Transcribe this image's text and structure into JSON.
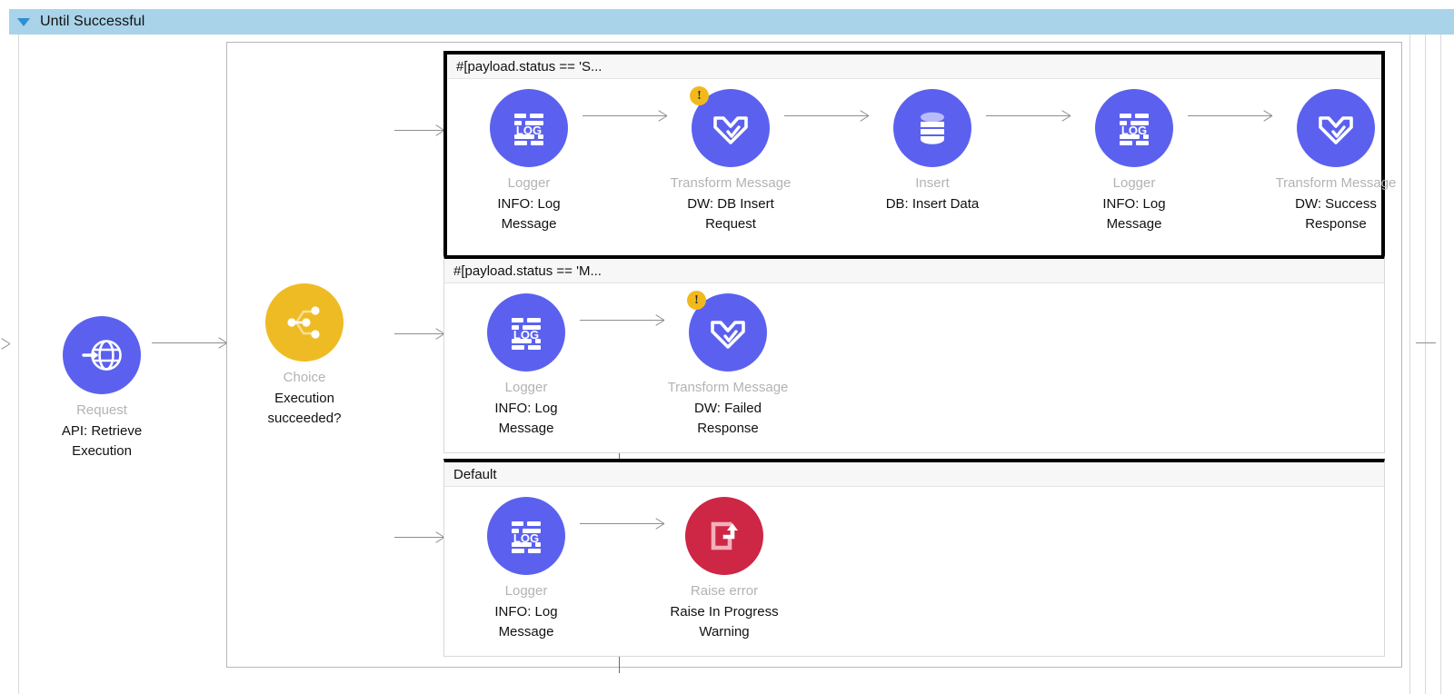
{
  "scope": {
    "title": "Until Successful",
    "collapse_icon": "triangle-down-icon",
    "header_color": "#a9d3e8"
  },
  "colors": {
    "node_purple": "#5b61ee",
    "node_amber": "#efbb24",
    "node_crimson": "#ce2645",
    "badge_amber": "#f2b91c",
    "connector_gray": "#8e8e8e",
    "type_label_gray": "#b3b3b3",
    "selected_border": "#000000"
  },
  "flow": {
    "source_node": {
      "icon": "globe-request-icon",
      "type": "Request",
      "label": "API: Retrieve Execution",
      "label_lines": [
        "API: Retrieve",
        "Execution"
      ],
      "circle_color": "#5b61ee"
    },
    "router_node": {
      "icon": "choice-branch-icon",
      "type": "Choice",
      "label": "Execution succeeded?",
      "label_lines": [
        "Execution",
        "succeeded?"
      ],
      "circle_color": "#efbb24"
    }
  },
  "branches": [
    {
      "name": "branch-when-success",
      "header": "#[payload.status == 'S...",
      "selected": true,
      "nodes": [
        {
          "icon": "logger-icon",
          "type": "Logger",
          "label_lines": [
            "INFO: Log",
            "Message"
          ],
          "circle_color": "#5b61ee",
          "warning_badge": false
        },
        {
          "icon": "transform-message-icon",
          "type": "Transform Message",
          "label_lines": [
            "DW: DB Insert",
            "Request"
          ],
          "circle_color": "#5b61ee",
          "warning_badge": true,
          "badge_glyph": "!"
        },
        {
          "icon": "database-insert-icon",
          "type": "Insert",
          "label_lines": [
            "DB: Insert Data"
          ],
          "circle_color": "#5b61ee",
          "warning_badge": false
        },
        {
          "icon": "logger-icon",
          "type": "Logger",
          "label_lines": [
            "INFO: Log",
            "Message"
          ],
          "circle_color": "#5b61ee",
          "warning_badge": false
        },
        {
          "icon": "transform-message-icon",
          "type": "Transform Message",
          "label_lines": [
            "DW: Success",
            "Response"
          ],
          "circle_color": "#5b61ee",
          "warning_badge": false
        }
      ]
    },
    {
      "name": "branch-when-inprogress",
      "header": "#[payload.status == 'M...",
      "selected": false,
      "nodes": [
        {
          "icon": "logger-icon",
          "type": "Logger",
          "label_lines": [
            "INFO: Log",
            "Message"
          ],
          "circle_color": "#5b61ee",
          "warning_badge": false
        },
        {
          "icon": "transform-message-icon",
          "type": "Transform Message",
          "label_lines": [
            "DW: Failed",
            "Response"
          ],
          "circle_color": "#5b61ee",
          "warning_badge": true,
          "badge_glyph": "!"
        }
      ]
    },
    {
      "name": "branch-default",
      "header": "Default",
      "selected": false,
      "nodes": [
        {
          "icon": "logger-icon",
          "type": "Logger",
          "label_lines": [
            "INFO: Log",
            "Message"
          ],
          "circle_color": "#5b61ee",
          "warning_badge": false
        },
        {
          "icon": "raise-error-icon",
          "type": "Raise error",
          "label_lines": [
            "Raise In Progress",
            "Warning"
          ],
          "circle_color": "#ce2645",
          "warning_badge": false
        }
      ]
    }
  ]
}
